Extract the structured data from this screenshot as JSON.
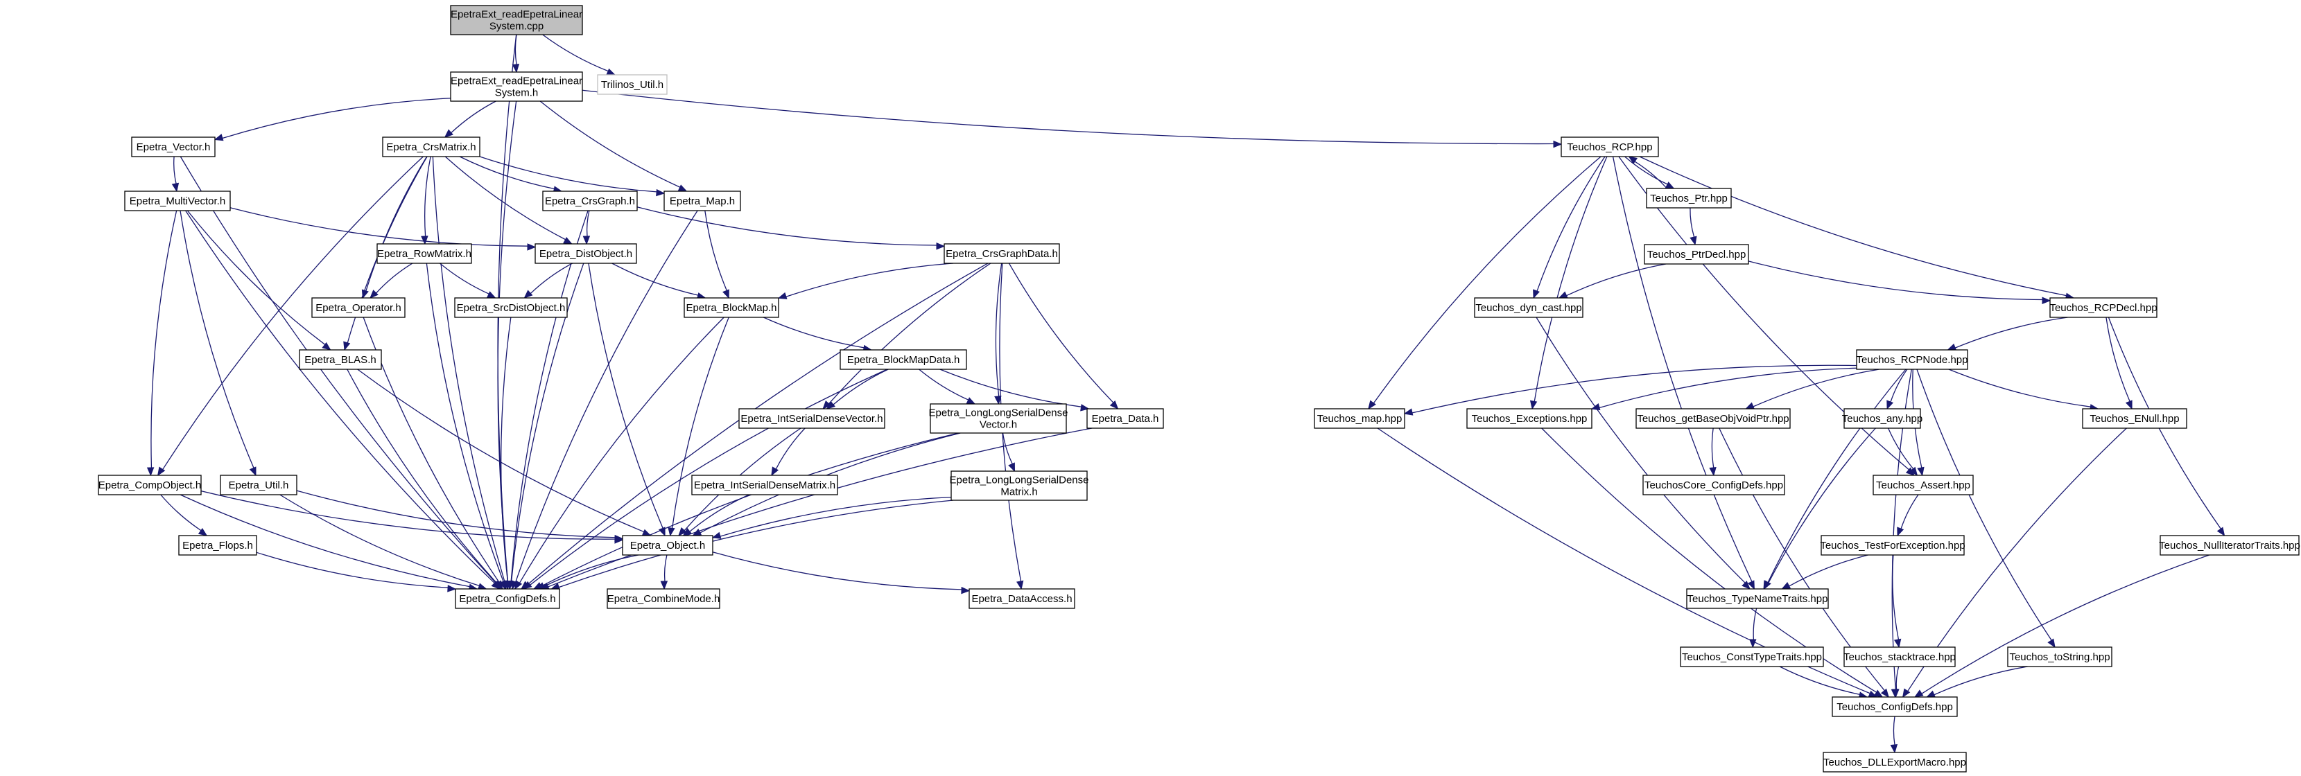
{
  "diagram": {
    "nodes": [
      {
        "id": "root",
        "lines": [
          "EpetraExt_readEpetraLinear",
          "System.cpp"
        ],
        "style": "root"
      },
      {
        "id": "readH",
        "lines": [
          "EpetraExt_readEpetraLinear",
          "System.h"
        ]
      },
      {
        "id": "trilinosUtil",
        "lines": [
          "Trilinos_Util.h"
        ],
        "style": "light"
      },
      {
        "id": "vector",
        "lines": [
          "Epetra_Vector.h"
        ]
      },
      {
        "id": "crsMatrix",
        "lines": [
          "Epetra_CrsMatrix.h"
        ]
      },
      {
        "id": "crsGraph",
        "lines": [
          "Epetra_CrsGraph.h"
        ]
      },
      {
        "id": "map",
        "lines": [
          "Epetra_Map.h"
        ]
      },
      {
        "id": "multiVector",
        "lines": [
          "Epetra_MultiVector.h"
        ]
      },
      {
        "id": "rowMatrix",
        "lines": [
          "Epetra_RowMatrix.h"
        ]
      },
      {
        "id": "distObject",
        "lines": [
          "Epetra_DistObject.h"
        ]
      },
      {
        "id": "crsGraphData",
        "lines": [
          "Epetra_CrsGraphData.h"
        ]
      },
      {
        "id": "operator",
        "lines": [
          "Epetra_Operator.h"
        ]
      },
      {
        "id": "srcDist",
        "lines": [
          "Epetra_SrcDistObject.h"
        ]
      },
      {
        "id": "blockMap",
        "lines": [
          "Epetra_BlockMap.h"
        ]
      },
      {
        "id": "blas",
        "lines": [
          "Epetra_BLAS.h"
        ]
      },
      {
        "id": "blockMapData",
        "lines": [
          "Epetra_BlockMapData.h"
        ]
      },
      {
        "id": "intSerialVec",
        "lines": [
          "Epetra_IntSerialDenseVector.h"
        ]
      },
      {
        "id": "llSerialVec",
        "lines": [
          "Epetra_LongLongSerialDense",
          "Vector.h"
        ]
      },
      {
        "id": "data",
        "lines": [
          "Epetra_Data.h"
        ]
      },
      {
        "id": "intSerialMat",
        "lines": [
          "Epetra_IntSerialDenseMatrix.h"
        ]
      },
      {
        "id": "llSerialMat",
        "lines": [
          "Epetra_LongLongSerialDense",
          "Matrix.h"
        ]
      },
      {
        "id": "compObject",
        "lines": [
          "Epetra_CompObject.h"
        ]
      },
      {
        "id": "util",
        "lines": [
          "Epetra_Util.h"
        ]
      },
      {
        "id": "flops",
        "lines": [
          "Epetra_Flops.h"
        ]
      },
      {
        "id": "object",
        "lines": [
          "Epetra_Object.h"
        ]
      },
      {
        "id": "configDefs",
        "lines": [
          "Epetra_ConfigDefs.h"
        ]
      },
      {
        "id": "combineMode",
        "lines": [
          "Epetra_CombineMode.h"
        ]
      },
      {
        "id": "dataAccess",
        "lines": [
          "Epetra_DataAccess.h"
        ]
      },
      {
        "id": "rcp",
        "lines": [
          "Teuchos_RCP.hpp"
        ]
      },
      {
        "id": "ptr",
        "lines": [
          "Teuchos_Ptr.hpp"
        ]
      },
      {
        "id": "ptrDecl",
        "lines": [
          "Teuchos_PtrDecl.hpp"
        ]
      },
      {
        "id": "dynCast",
        "lines": [
          "Teuchos_dyn_cast.hpp"
        ]
      },
      {
        "id": "rcpDecl",
        "lines": [
          "Teuchos_RCPDecl.hpp"
        ]
      },
      {
        "id": "rcpNode",
        "lines": [
          "Teuchos_RCPNode.hpp"
        ]
      },
      {
        "id": "tmap",
        "lines": [
          "Teuchos_map.hpp"
        ]
      },
      {
        "id": "exceptions",
        "lines": [
          "Teuchos_Exceptions.hpp"
        ]
      },
      {
        "id": "getBase",
        "lines": [
          "Teuchos_getBaseObjVoidPtr.hpp"
        ]
      },
      {
        "id": "any",
        "lines": [
          "Teuchos_any.hpp"
        ]
      },
      {
        "id": "enull",
        "lines": [
          "Teuchos_ENull.hpp"
        ]
      },
      {
        "id": "coreConfig",
        "lines": [
          "TeuchosCore_ConfigDefs.hpp"
        ]
      },
      {
        "id": "assert",
        "lines": [
          "Teuchos_Assert.hpp"
        ]
      },
      {
        "id": "testForExc",
        "lines": [
          "Teuchos_TestForException.hpp"
        ]
      },
      {
        "id": "nullIter",
        "lines": [
          "Teuchos_NullIteratorTraits.hpp"
        ]
      },
      {
        "id": "typeName",
        "lines": [
          "Teuchos_TypeNameTraits.hpp"
        ]
      },
      {
        "id": "constType",
        "lines": [
          "Teuchos_ConstTypeTraits.hpp"
        ]
      },
      {
        "id": "stacktrace",
        "lines": [
          "Teuchos_stacktrace.hpp"
        ]
      },
      {
        "id": "toString",
        "lines": [
          "Teuchos_toString.hpp"
        ]
      },
      {
        "id": "tConfig",
        "lines": [
          "Teuchos_ConfigDefs.hpp"
        ]
      },
      {
        "id": "dllExport",
        "lines": [
          "Teuchos_DLLExportMacro.hpp"
        ]
      }
    ],
    "edges": [
      [
        "root",
        "readH"
      ],
      [
        "root",
        "trilinosUtil"
      ],
      [
        "root",
        "configDefs"
      ],
      [
        "readH",
        "vector"
      ],
      [
        "readH",
        "crsMatrix"
      ],
      [
        "readH",
        "map"
      ],
      [
        "readH",
        "configDefs"
      ],
      [
        "readH",
        "rcp"
      ],
      [
        "vector",
        "multiVector"
      ],
      [
        "vector",
        "configDefs"
      ],
      [
        "crsMatrix",
        "crsGraph"
      ],
      [
        "crsMatrix",
        "map"
      ],
      [
        "crsMatrix",
        "rowMatrix"
      ],
      [
        "crsMatrix",
        "distObject"
      ],
      [
        "crsMatrix",
        "operator"
      ],
      [
        "crsMatrix",
        "blas"
      ],
      [
        "crsMatrix",
        "compObject"
      ],
      [
        "crsMatrix",
        "configDefs"
      ],
      [
        "crsGraph",
        "distObject"
      ],
      [
        "crsGraph",
        "crsGraphData"
      ],
      [
        "crsGraph",
        "configDefs"
      ],
      [
        "map",
        "blockMap"
      ],
      [
        "map",
        "configDefs"
      ],
      [
        "multiVector",
        "distObject"
      ],
      [
        "multiVector",
        "blas"
      ],
      [
        "multiVector",
        "compObject"
      ],
      [
        "multiVector",
        "util"
      ],
      [
        "multiVector",
        "configDefs"
      ],
      [
        "rowMatrix",
        "operator"
      ],
      [
        "rowMatrix",
        "srcDist"
      ],
      [
        "rowMatrix",
        "configDefs"
      ],
      [
        "distObject",
        "srcDist"
      ],
      [
        "distObject",
        "blockMap"
      ],
      [
        "distObject",
        "object"
      ],
      [
        "distObject",
        "configDefs"
      ],
      [
        "crsGraphData",
        "blockMap"
      ],
      [
        "crsGraphData",
        "intSerialVec"
      ],
      [
        "crsGraphData",
        "llSerialVec"
      ],
      [
        "crsGraphData",
        "data"
      ],
      [
        "crsGraphData",
        "configDefs"
      ],
      [
        "crsGraphData",
        "dataAccess"
      ],
      [
        "operator",
        "configDefs"
      ],
      [
        "srcDist",
        "configDefs"
      ],
      [
        "blockMap",
        "blockMapData"
      ],
      [
        "blockMap",
        "object"
      ],
      [
        "blockMap",
        "configDefs"
      ],
      [
        "blas",
        "object"
      ],
      [
        "blas",
        "configDefs"
      ],
      [
        "blockMapData",
        "intSerialVec"
      ],
      [
        "blockMapData",
        "llSerialVec"
      ],
      [
        "blockMapData",
        "data"
      ],
      [
        "blockMapData",
        "configDefs"
      ],
      [
        "intSerialVec",
        "intSerialMat"
      ],
      [
        "intSerialVec",
        "object"
      ],
      [
        "llSerialVec",
        "llSerialMat"
      ],
      [
        "llSerialVec",
        "object"
      ],
      [
        "llSerialVec",
        "configDefs"
      ],
      [
        "data",
        "configDefs"
      ],
      [
        "intSerialMat",
        "object"
      ],
      [
        "llSerialMat",
        "object"
      ],
      [
        "llSerialMat",
        "configDefs"
      ],
      [
        "compObject",
        "flops"
      ],
      [
        "compObject",
        "object"
      ],
      [
        "compObject",
        "configDefs"
      ],
      [
        "util",
        "object"
      ],
      [
        "util",
        "configDefs"
      ],
      [
        "flops",
        "configDefs"
      ],
      [
        "object",
        "combineMode"
      ],
      [
        "object",
        "dataAccess"
      ],
      [
        "object",
        "configDefs"
      ],
      [
        "rcp",
        "ptr"
      ],
      [
        "rcp",
        "dynCast"
      ],
      [
        "rcp",
        "rcpDecl"
      ],
      [
        "rcp",
        "tmap"
      ],
      [
        "rcp",
        "exceptions"
      ],
      [
        "rcp",
        "assert"
      ],
      [
        "rcp",
        "typeName"
      ],
      [
        "ptr",
        "rcp"
      ],
      [
        "ptr",
        "ptrDecl"
      ],
      [
        "ptrDecl",
        "dynCast"
      ],
      [
        "ptrDecl",
        "rcpDecl"
      ],
      [
        "dynCast",
        "typeName"
      ],
      [
        "rcpDecl",
        "rcpNode"
      ],
      [
        "rcpDecl",
        "enull"
      ],
      [
        "rcpDecl",
        "nullIter"
      ],
      [
        "rcpNode",
        "tmap"
      ],
      [
        "rcpNode",
        "exceptions"
      ],
      [
        "rcpNode",
        "getBase"
      ],
      [
        "rcpNode",
        "any"
      ],
      [
        "rcpNode",
        "assert"
      ],
      [
        "rcpNode",
        "enull"
      ],
      [
        "rcpNode",
        "typeName"
      ],
      [
        "rcpNode",
        "toString"
      ],
      [
        "rcpNode",
        "tConfig"
      ],
      [
        "tmap",
        "tConfig"
      ],
      [
        "exceptions",
        "tConfig"
      ],
      [
        "getBase",
        "coreConfig"
      ],
      [
        "getBase",
        "tConfig"
      ],
      [
        "any",
        "assert"
      ],
      [
        "any",
        "typeName"
      ],
      [
        "enull",
        "tConfig"
      ],
      [
        "assert",
        "testForExc"
      ],
      [
        "testForExc",
        "typeName"
      ],
      [
        "testForExc",
        "stacktrace"
      ],
      [
        "nullIter",
        "tConfig"
      ],
      [
        "typeName",
        "constType"
      ],
      [
        "constType",
        "tConfig"
      ],
      [
        "stacktrace",
        "tConfig"
      ],
      [
        "toString",
        "tConfig"
      ],
      [
        "tConfig",
        "dllExport"
      ]
    ]
  }
}
